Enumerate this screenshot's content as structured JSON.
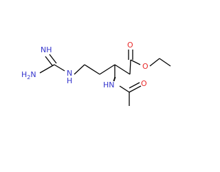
{
  "molecule": {
    "atoms": {
      "imine": "NH",
      "amine": "H2N",
      "amine_prefix": "H",
      "amine_subscript": "2",
      "amine_suffix": "N",
      "guanidine_n": "N",
      "guanidine_h": "H",
      "carbonyl_o": "O",
      "ester_o": "O",
      "amide_n": "HN",
      "amide_o": "O"
    }
  },
  "colors": {
    "bond": "#000000",
    "nitrogen": "#3333cc",
    "oxygen": "#e82a2a",
    "background": "#ffffff"
  }
}
